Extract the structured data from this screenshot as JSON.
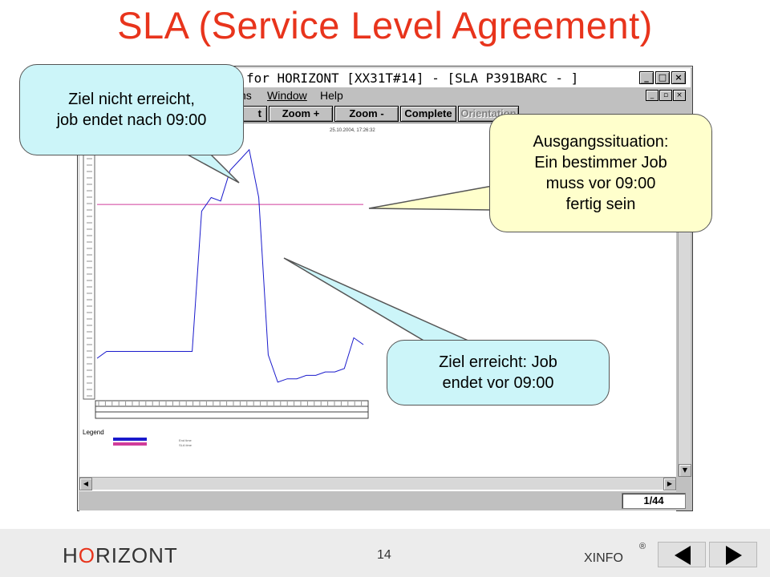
{
  "slide": {
    "title": "SLA (Service Level Agreement)"
  },
  "app_window": {
    "title": "for HORIZONT [XX31T#14] - [SLA P391BARC - ]",
    "controls": [
      "_",
      "□",
      "×"
    ],
    "menu": [
      {
        "label": "ns"
      },
      {
        "label": "Window"
      },
      {
        "label": "Help"
      }
    ],
    "mdi_controls": [
      "_",
      "▫",
      "×"
    ],
    "toolbar": [
      {
        "label": "t",
        "enabled": true
      },
      {
        "label": "Zoom +",
        "enabled": true
      },
      {
        "label": "Zoom -",
        "enabled": true
      },
      {
        "label": "Complete",
        "enabled": true
      },
      {
        "label": "Orientation",
        "enabled": false
      }
    ],
    "chart_header": "25.10.2004, 17:26:32",
    "legend_title": "Legend",
    "legend_items": [
      {
        "color": "#1a1acc",
        "label": "End time"
      },
      {
        "color": "#d03c9a",
        "label": "SLA time"
      }
    ],
    "page_indicator": "1/44"
  },
  "chart_data": {
    "type": "line",
    "series": [
      {
        "values": [
          11,
          13,
          13,
          13,
          13,
          13,
          13,
          13,
          13,
          13,
          13,
          54,
          58,
          57,
          66,
          69,
          72,
          58,
          12,
          4,
          5,
          5,
          6,
          6,
          7,
          7,
          8,
          17,
          15
        ]
      }
    ],
    "reference_line": 56,
    "colors": {
      "series": "#1a1acc",
      "reference": "#d03c9a"
    },
    "ylim": [
      0,
      75
    ],
    "grid": false
  },
  "callouts": [
    {
      "id": "top-left",
      "lines": [
        "Ziel nicht erreicht,",
        "job endet nach 09:00"
      ],
      "fill": "#ccf5f9"
    },
    {
      "id": "right",
      "lines": [
        "Ausgangssituation:",
        "Ein bestimmer Job",
        "muss vor 09:00",
        "fertig sein"
      ],
      "fill": "#ffffcc"
    },
    {
      "id": "bottom",
      "lines": [
        "Ziel erreicht: Job",
        "endet vor 09:00"
      ],
      "fill": "#ccf5f9"
    }
  ],
  "footer": {
    "brand_h": "H",
    "brand_o": "O",
    "brand_rest": "RIZONT",
    "page_number": "14",
    "product": "XINFO",
    "registered": "®"
  },
  "icons": {
    "prev": "triangle-left-icon",
    "next": "triangle-right-icon"
  }
}
